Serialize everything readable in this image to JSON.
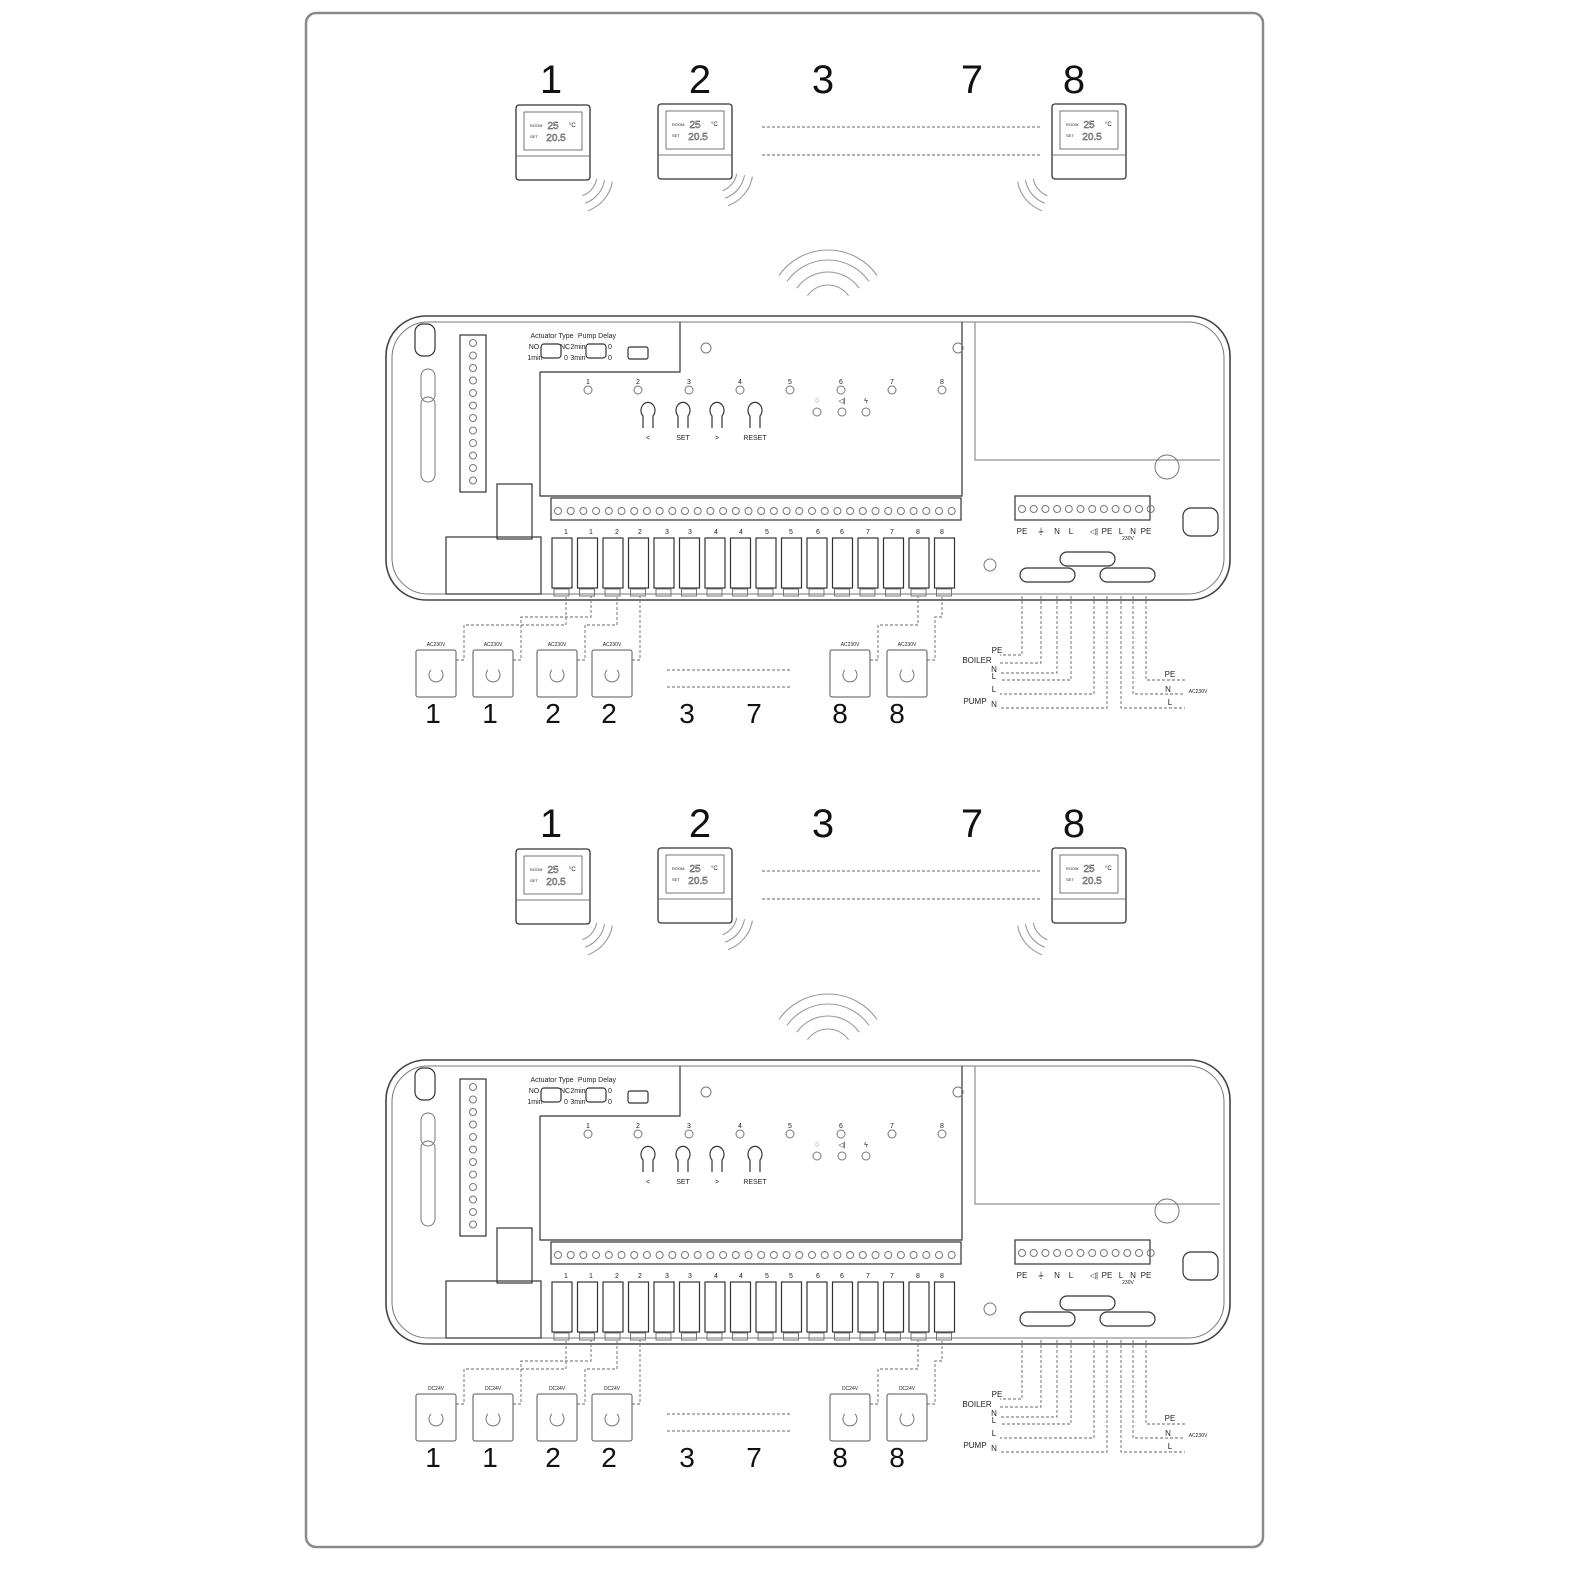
{
  "thermostat_labels": [
    "1",
    "2",
    "3",
    "7",
    "8"
  ],
  "thermostat_display": {
    "room": "ROOM",
    "set": "SET",
    "room_temp": "25",
    "set_temp": "20.5",
    "unit": "°C"
  },
  "controller": {
    "actuator_type": "Actuator Type",
    "no": "NO",
    "nc": "NC",
    "one_min": "1min",
    "zero": "0",
    "pump_delay": "Pump Delay",
    "two_min": "2min",
    "three_min": "3min",
    "zone_leds": [
      "1",
      "2",
      "3",
      "4",
      "5",
      "6",
      "7",
      "8"
    ],
    "status_icons": [
      "boiler-flame-icon",
      "pump-icon",
      "power-icon"
    ],
    "buttons": [
      "<",
      "SET",
      ">",
      "RESET"
    ],
    "zone_terminals": [
      "1",
      "1",
      "2",
      "2",
      "3",
      "3",
      "4",
      "4",
      "5",
      "5",
      "6",
      "6",
      "7",
      "7",
      "8",
      "8"
    ],
    "power_terminals": [
      "PE",
      "⏚",
      "N",
      "L",
      "◁|",
      "PE",
      "L",
      "N",
      "PE"
    ],
    "mains_voltage": "230V"
  },
  "wiring": {
    "boiler": "BOILER",
    "pump": "PUMP",
    "boiler_pe": "PE",
    "boiler_n": "N",
    "boiler_l": "L",
    "pump_l": "L",
    "pump_n": "N",
    "mains_pe": "PE",
    "mains_n": "N",
    "mains_l": "L",
    "mains_label": "AC230V"
  },
  "panels": [
    {
      "actuator_voltage": "AC230V"
    },
    {
      "actuator_voltage": "DC24V"
    }
  ],
  "actuator_labels": [
    "1",
    "1",
    "2",
    "2",
    "3",
    "7",
    "8",
    "8"
  ]
}
